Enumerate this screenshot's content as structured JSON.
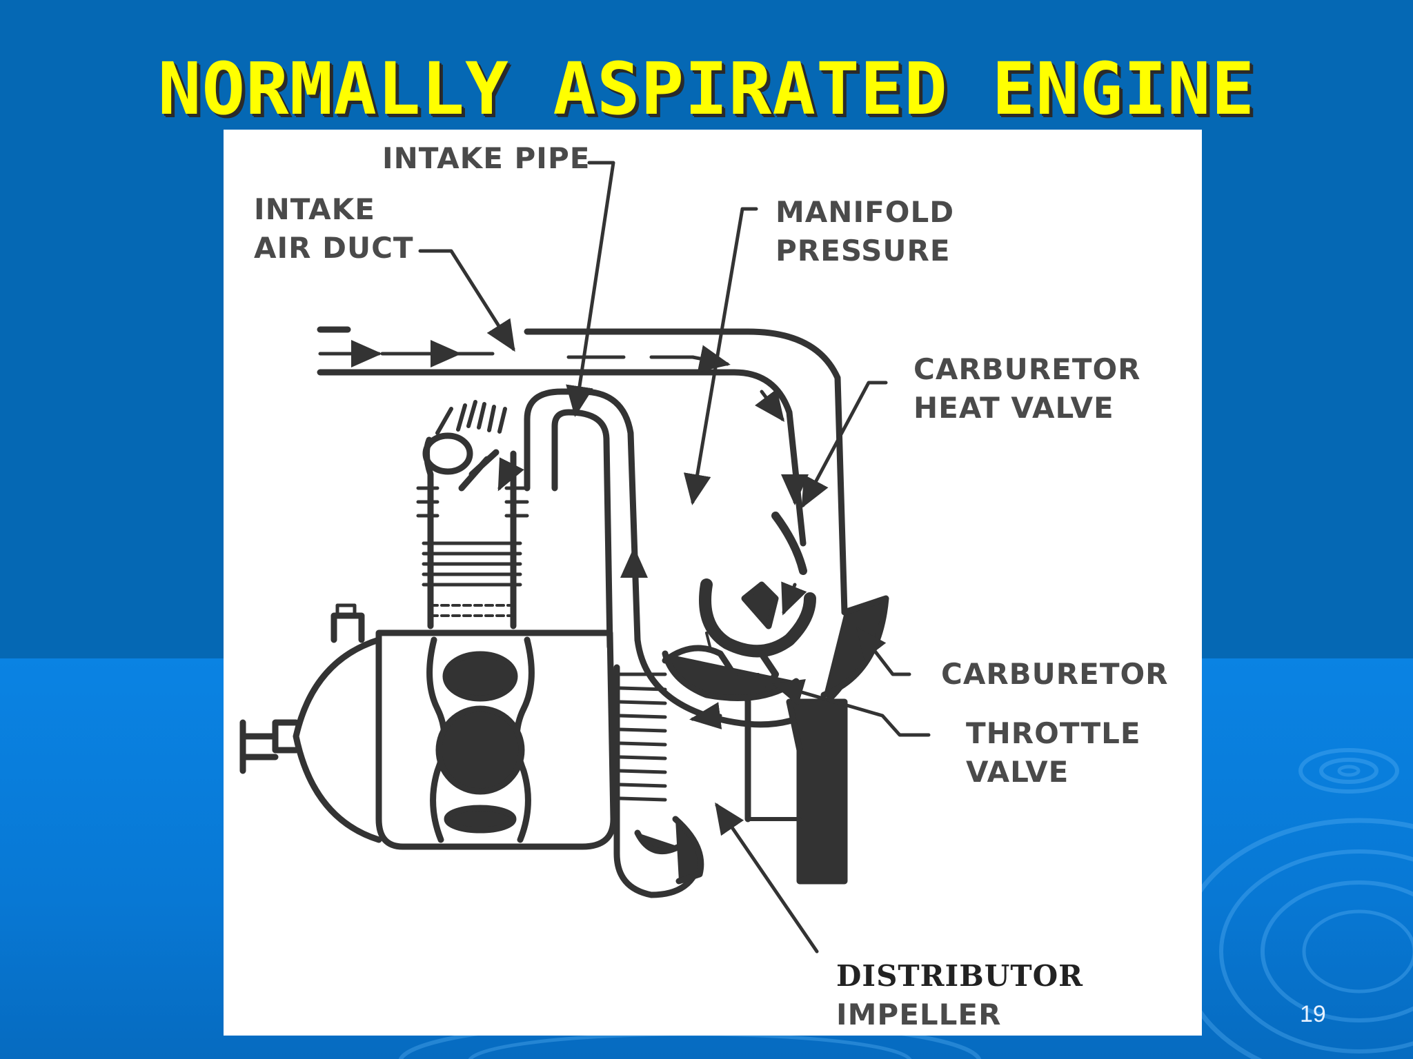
{
  "slide": {
    "title": "NORMALLY ASPIRATED ENGINE",
    "page_number": "19"
  },
  "colors": {
    "background": "#0568b4",
    "background_lower": "#0a83e3",
    "title": "#ffff00",
    "title_shadow": "#2a2a2a",
    "figure_background": "#ffffff",
    "drawing_ink": "#333333"
  },
  "diagram": {
    "labels": {
      "intake_pipe": "INTAKE PIPE",
      "intake_air_duct": [
        "INTAKE",
        "AIR DUCT"
      ],
      "manifold_pressure": [
        "MANIFOLD",
        "PRESSURE"
      ],
      "carburetor_heat_valve": [
        "CARBURETOR",
        "HEAT VALVE"
      ],
      "carburetor": "CARBURETOR",
      "throttle_valve": [
        "THROTTLE",
        "VALVE"
      ],
      "distributor_impeller": [
        "DISTRIBUTOR",
        "IMPELLER"
      ]
    }
  }
}
